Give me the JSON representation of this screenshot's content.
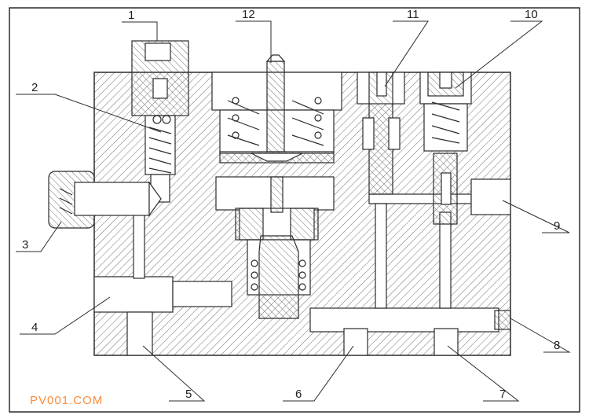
{
  "figure": {
    "callouts": [
      {
        "id": "1",
        "label": "1"
      },
      {
        "id": "2",
        "label": "2"
      },
      {
        "id": "3",
        "label": "3"
      },
      {
        "id": "4",
        "label": "4"
      },
      {
        "id": "5",
        "label": "5"
      },
      {
        "id": "6",
        "label": "6"
      },
      {
        "id": "7",
        "label": "7"
      },
      {
        "id": "8",
        "label": "8"
      },
      {
        "id": "9",
        "label": "9"
      },
      {
        "id": "10",
        "label": "10"
      },
      {
        "id": "11",
        "label": "11"
      },
      {
        "id": "12",
        "label": "12"
      }
    ],
    "watermark": "PV001.COM",
    "colors": {
      "line": "#2b2b2b",
      "hatch": "#6a6a6a",
      "watermark": "#ff8a3c",
      "background": "#ffffff"
    }
  }
}
